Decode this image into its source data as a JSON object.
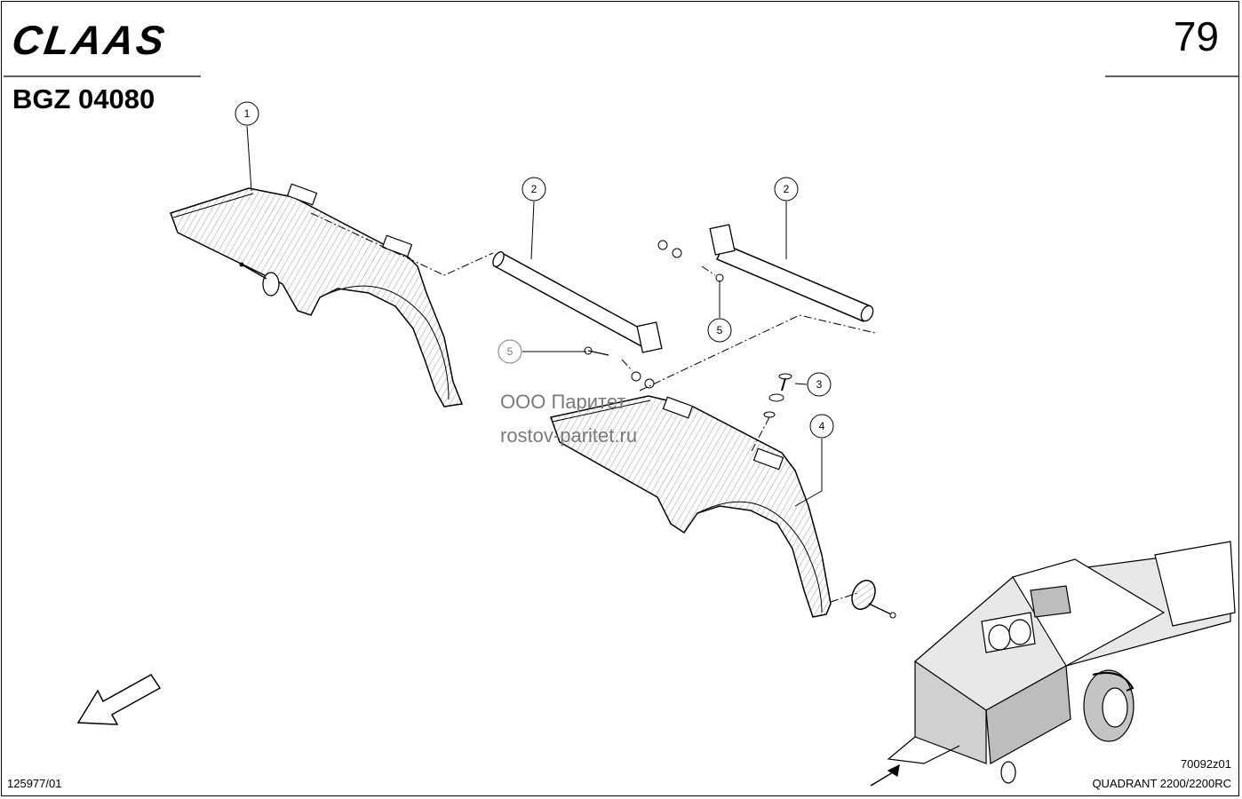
{
  "header": {
    "brand": "CLAAS",
    "page_number": "79",
    "group_code": "BGZ 04080"
  },
  "watermark": {
    "line1": "ООО Паритет",
    "line2": "rostov-paritet.ru"
  },
  "footer": {
    "document_number": "125977/01",
    "figure_number": "70092z01",
    "model": "QUADRANT 2200/2200RC"
  },
  "callouts": {
    "c1": "1",
    "c2a": "2",
    "c2b": "2",
    "c3": "3",
    "c4": "4",
    "c5a": "5",
    "c5b": "5"
  },
  "colors": {
    "line": "#000000",
    "hatch": "#9a9a9a",
    "watermark": "#7a7a7a"
  }
}
